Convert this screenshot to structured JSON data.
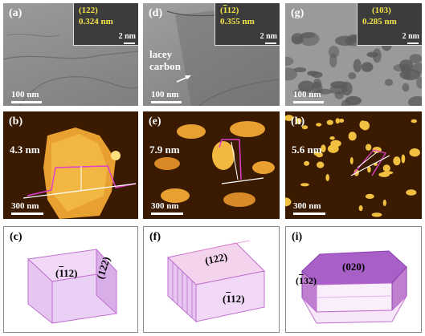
{
  "panels": {
    "a": {
      "label": "(a)",
      "scale": "100 nm",
      "inset": {
        "hkl": "(122)",
        "d": "0.324 nm",
        "scale": "2 nm"
      }
    },
    "d": {
      "label": "(d)",
      "scale": "100 nm",
      "note": "lacey\ncarbon",
      "inset": {
        "hkl_bar": "1",
        "hkl_rest": "12)",
        "d": "0.355 nm",
        "scale": "2 nm"
      }
    },
    "g": {
      "label": "(g)",
      "scale": "100 nm",
      "inset": {
        "hkl": "(103)",
        "d": "0.285 nm",
        "scale": "2 nm"
      }
    },
    "b": {
      "label": "(b)",
      "height": "4.3 nm",
      "scale": "300 nm"
    },
    "e": {
      "label": "(e)",
      "height": "7.9 nm",
      "scale": "300 nm"
    },
    "h": {
      "label": "(h)",
      "height": "5.6 nm",
      "scale": "300 nm"
    },
    "c": {
      "label": "(c)",
      "facet_top_bar": "1",
      "facet_top_rest": "12)",
      "facet_side": "(122)"
    },
    "f": {
      "label": "(f)",
      "facet_top": "(122)",
      "facet_bottom_bar": "1",
      "facet_bottom_rest": "12)"
    },
    "i": {
      "label": "(i)",
      "facet_top": "(020)",
      "facet_side_bar": "1",
      "facet_side_rest": "32)"
    }
  },
  "colors": {
    "inset_text": "#f2e24a",
    "profile": "#e040c8",
    "afm_bright": "#f2c040",
    "model_face": "#e6c6f0"
  }
}
